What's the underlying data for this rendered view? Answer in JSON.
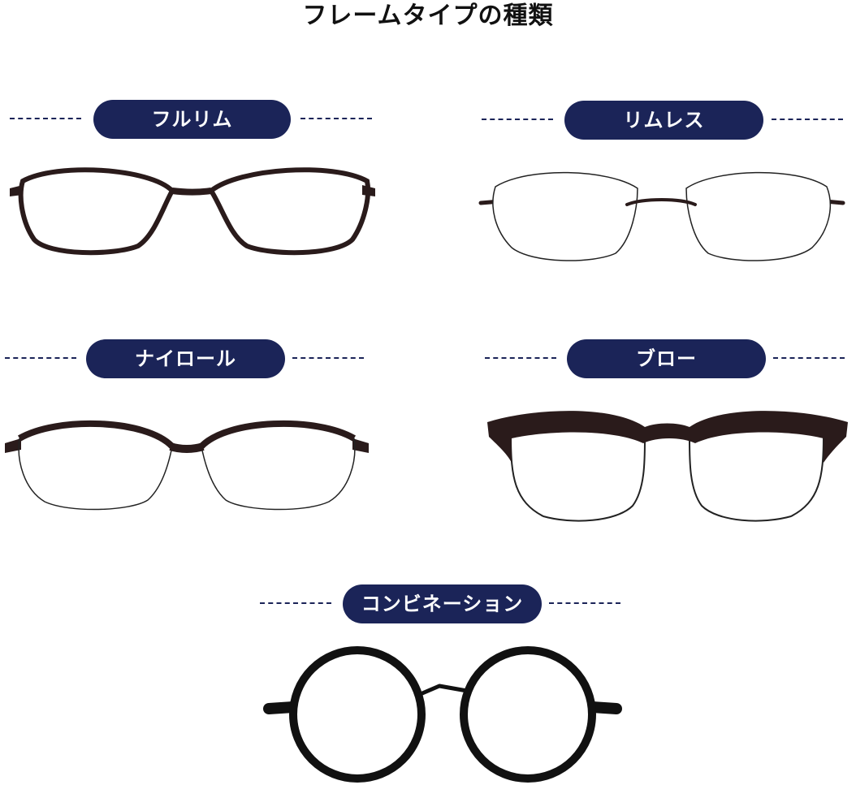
{
  "title": "フレームタイプの種類",
  "frame_types": [
    {
      "id": "full-rim",
      "label": "フルリム"
    },
    {
      "id": "rimless",
      "label": "リムレス"
    },
    {
      "id": "nylol",
      "label": "ナイロール"
    },
    {
      "id": "brow",
      "label": "ブロー"
    },
    {
      "id": "combination",
      "label": "コンビネーション"
    }
  ],
  "colors": {
    "pill_background": "#1b2458",
    "pill_text": "#ffffff",
    "frame_stroke": "#2a1b1b",
    "title_text": "#111111"
  }
}
